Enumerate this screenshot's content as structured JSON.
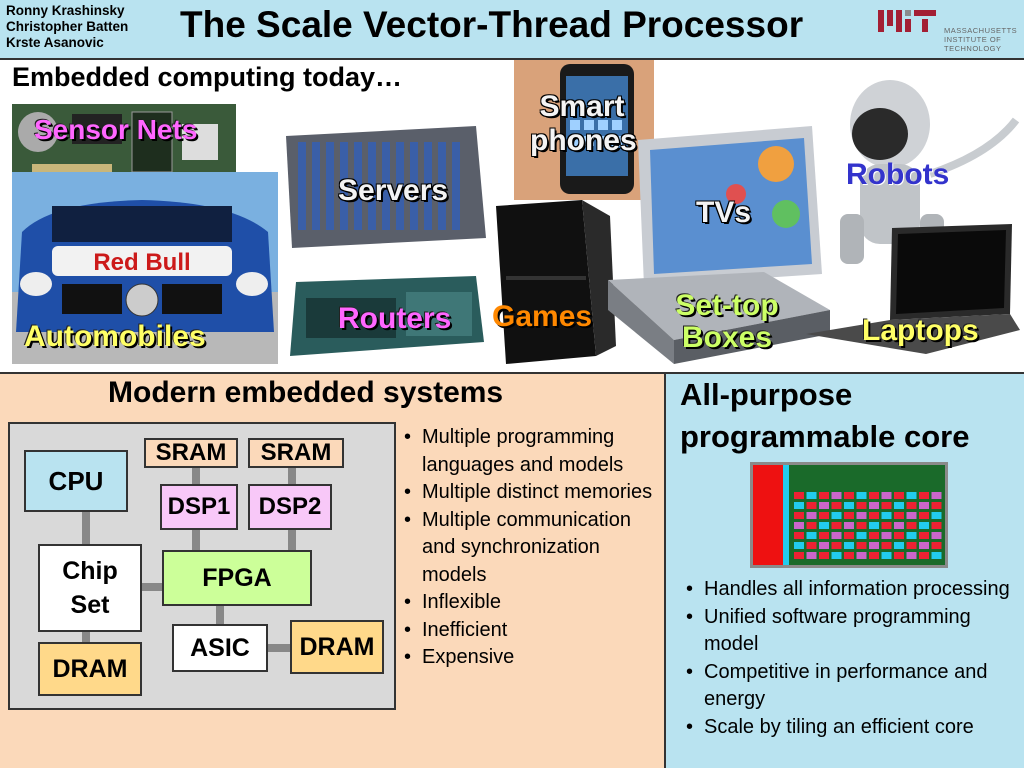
{
  "header": {
    "authors": [
      "Ronny Krashinsky",
      "Christopher Batten",
      "Krste Asanovic"
    ],
    "title": "The Scale Vector-Thread Processor",
    "logo_text": [
      "MASSACHUSETTS",
      "INSTITUTE OF",
      "TECHNOLOGY"
    ]
  },
  "top": {
    "heading": "Embedded computing today…",
    "labels": {
      "sensor_nets": "Sensor Nets",
      "automobiles": "Automobiles",
      "servers": "Servers",
      "routers": "Routers",
      "smart": "Smart",
      "phones": "phones",
      "games": "Games",
      "tvs": "TVs",
      "settop1": "Set-top",
      "settop2": "Boxes",
      "robots": "Robots",
      "laptops": "Laptops"
    }
  },
  "modern": {
    "title": "Modern embedded systems",
    "diagram": {
      "cpu": "CPU",
      "chipset1": "Chip",
      "chipset2": "Set",
      "dram_left": "DRAM",
      "sram1": "SRAM",
      "sram2": "SRAM",
      "dsp1": "DSP1",
      "dsp2": "DSP2",
      "fpga": "FPGA",
      "asic": "ASIC",
      "dram_right": "DRAM"
    },
    "bullets": [
      "Multiple programming languages and models",
      "Multiple distinct memories",
      "Multiple communication and synchronization models",
      "Inflexible",
      "Inefficient",
      "Expensive"
    ]
  },
  "allpurpose": {
    "title_line1": "All-purpose",
    "title_line2": "programmable core",
    "bullets": [
      "Handles all information processing",
      "Unified software programming model",
      "Competitive in performance and energy",
      "Scale by tiling an efficient core"
    ]
  },
  "colors": {
    "header_bg": "#b9e3f0",
    "left_panel_bg": "#fbd9ba",
    "right_panel_bg": "#b9e3f0",
    "sram_fill": "#fbd9ba",
    "dsp_fill": "#f8c8f8",
    "fpga_fill": "#ccff99",
    "cpu_fill": "#b9e3f0",
    "dram_fill": "#ffd98a"
  }
}
